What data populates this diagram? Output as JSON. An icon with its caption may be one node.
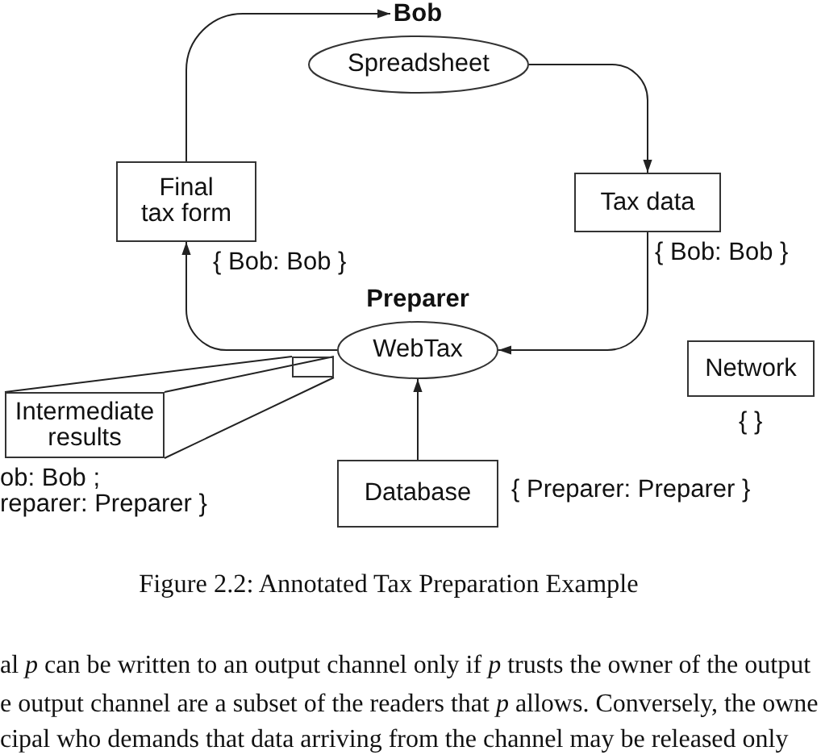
{
  "diagram": {
    "caption": "Figure 2.2: Annotated Tax Preparation Example",
    "nodes": [
      {
        "text": [
          "Bob"
        ]
      },
      {
        "text": [
          "Spreadsheet"
        ]
      },
      {
        "text": [
          "Final tax form"
        ],
        "beside": [
          "{ Bob: Bob }"
        ]
      },
      {
        "text": [
          "Tax data"
        ],
        "beside": [
          "{ Bob: Bob }"
        ]
      },
      {
        "text": [
          "Preparer",
          "WebTax"
        ]
      },
      {
        "text": [
          "Network"
        ],
        "beside": [
          "{ }"
        ]
      },
      {
        "text": [],
        "shape": "box"
      },
      {
        "text": [
          "Intermediate results"
        ],
        "beside": [
          "ob: Bob ; reparer: Preparer }"
        ]
      },
      {
        "text": [
          "Database"
        ],
        "beside": [
          "{ Preparer: Preparer }"
        ]
      }
    ],
    "edges": [
      {
        "from": 2,
        "to": 0,
        "arrow": "to"
      },
      {
        "from": 1,
        "to": 3,
        "arrow": "to"
      },
      {
        "from": 3,
        "to": 4,
        "arrow": "to"
      },
      {
        "from": 4,
        "to": 2,
        "arrow": "to"
      },
      {
        "from": 8,
        "to": 4,
        "arrow": "to"
      },
      {
        "from": 7,
        "to": 6,
        "arrow": "none"
      }
    ],
    "labels": [
      "al *p* can be written to an output channel only if *p* trusts the owner of the output",
      "e output channel are a subset of the readers that *p* allows. Conversely, the owne",
      "cipal who demands that data arriving from the channel may be released only"
    ]
  }
}
